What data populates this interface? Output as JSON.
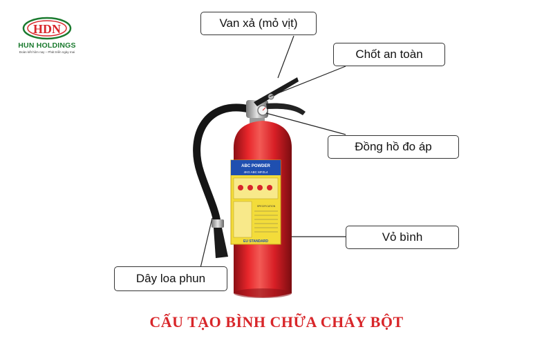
{
  "logo": {
    "monogram": "HDN",
    "brand": "HUN HOLDINGS",
    "tagline": "Đoàn kết hôm nay – Phát triển ngày mai"
  },
  "labels": {
    "nozzle_valve": "Van xả (mỏ vịt)",
    "safety_pin": "Chốt an toàn",
    "pressure_gauge": "Đồng hồ đo áp",
    "cylinder_body": "Vỏ bình",
    "hose": "Dây loa phun"
  },
  "extinguisher_label": {
    "header": "ABC POWDER",
    "subheader": "4KG ABC MFZL4",
    "spec": "SPECIFICATION",
    "standard": "EU STANDARD"
  },
  "title": "CẤU TẠO BÌNH CHỮA CHÁY BỘT",
  "colors": {
    "title_red": "#d8262a",
    "cylinder_red": "#d81f26",
    "brand_green": "#1a7a2e",
    "label_yellow": "#f3dc3a"
  }
}
